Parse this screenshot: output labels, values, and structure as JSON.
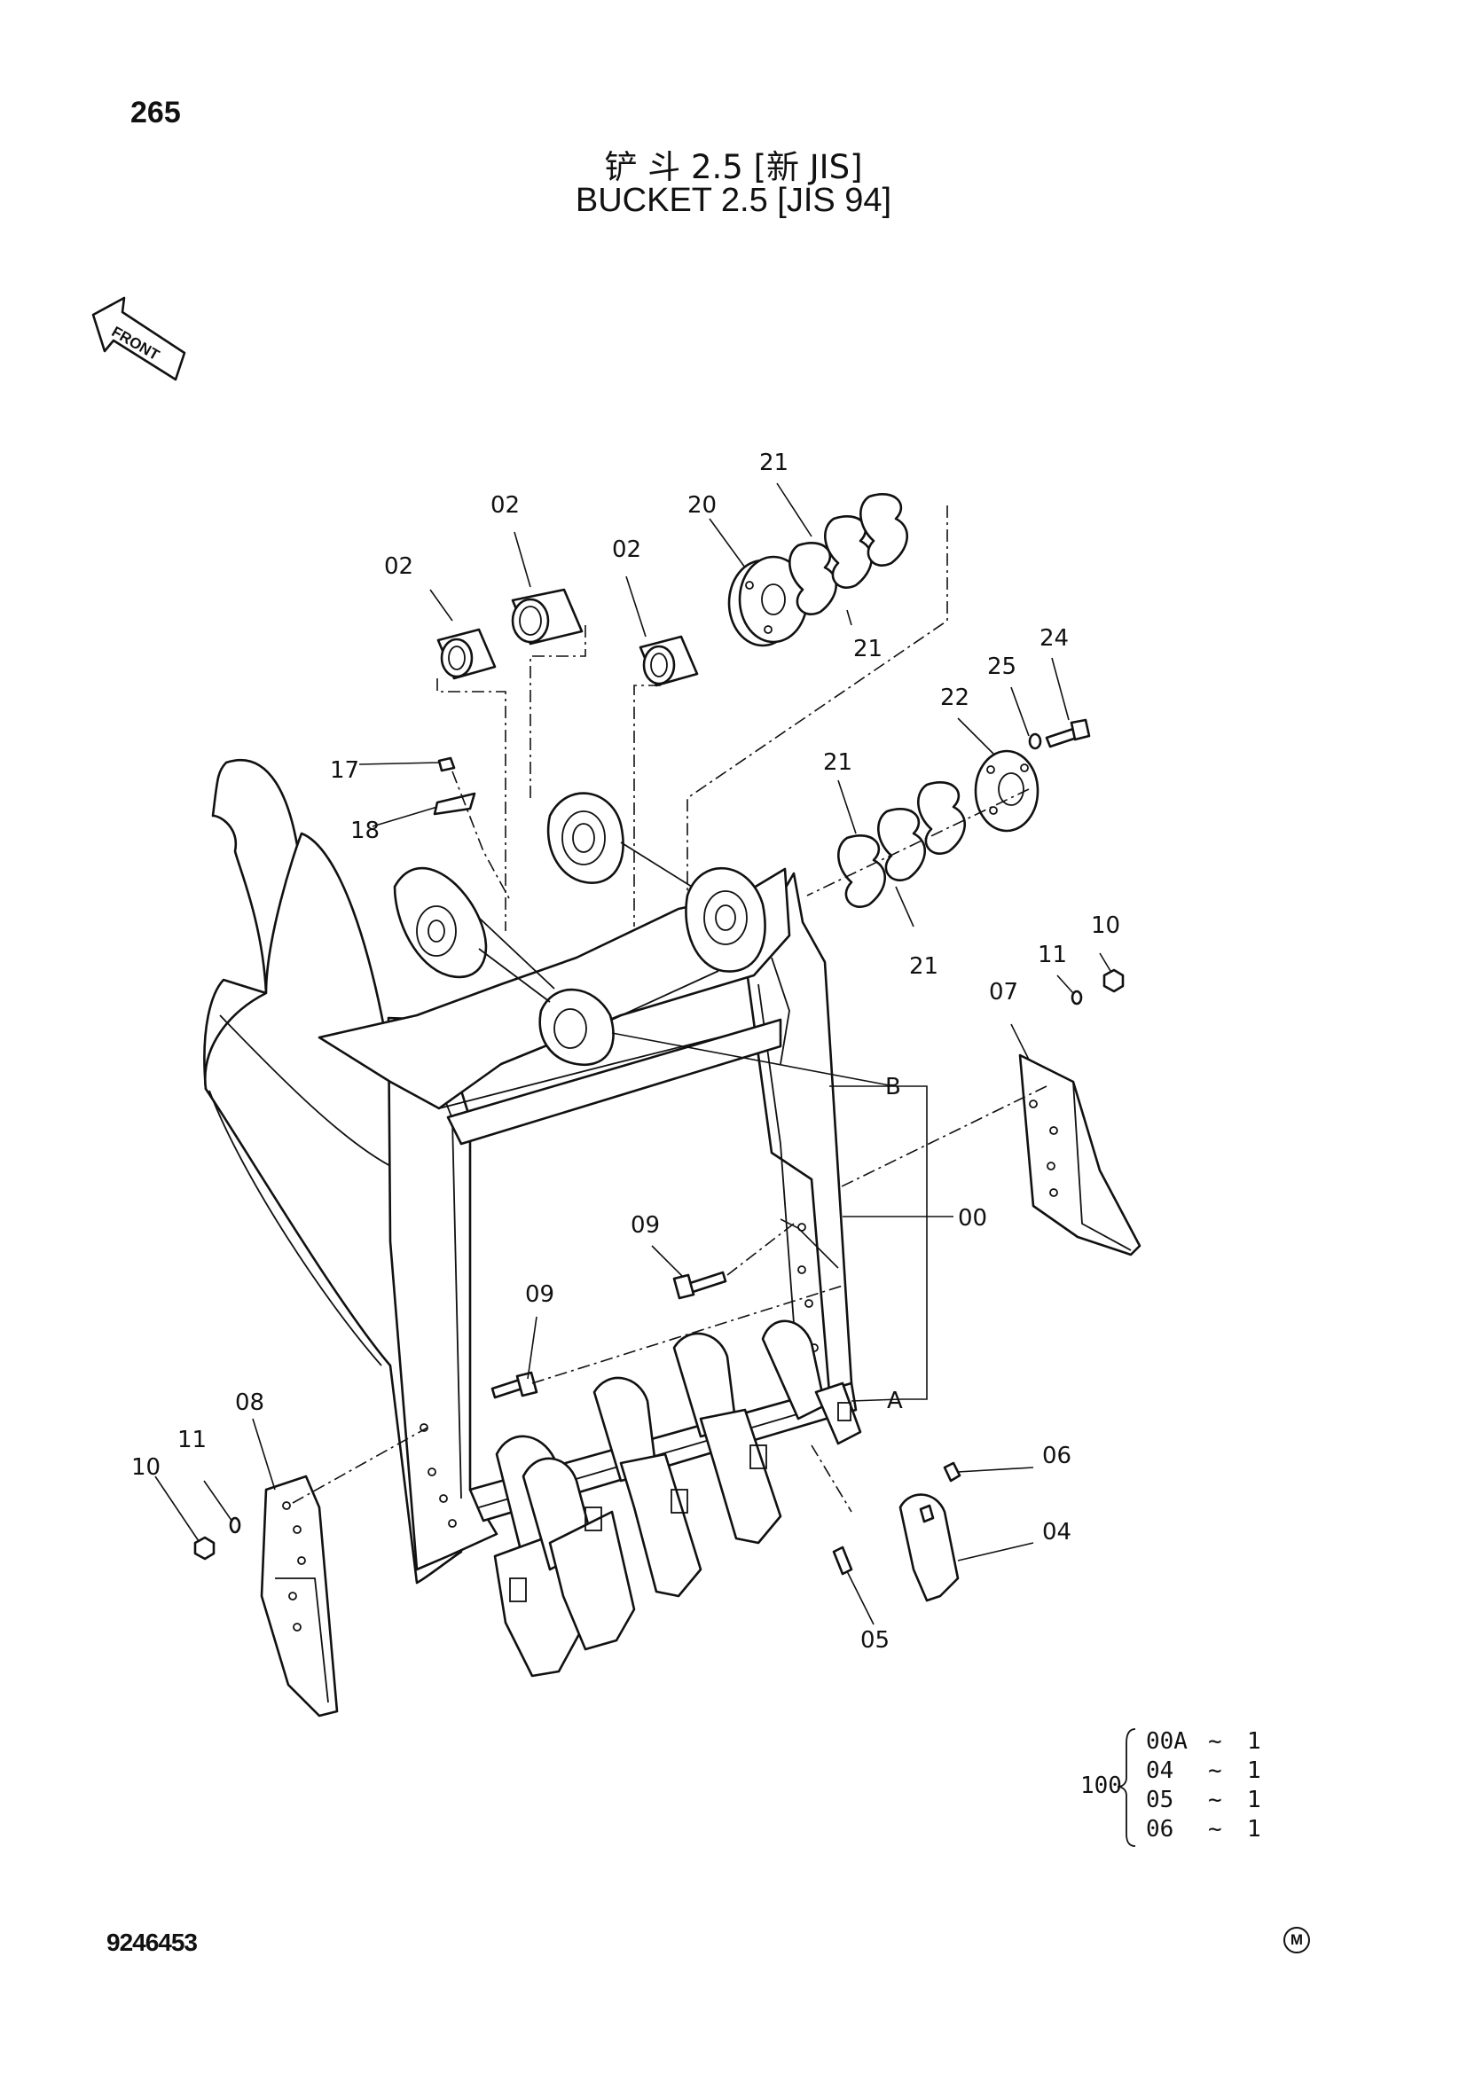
{
  "page": {
    "number": "265",
    "doc_number": "9246453",
    "mark": "M"
  },
  "title": {
    "cn": "铲 斗 2.5 [新 JIS]",
    "en": "BUCKET  2.5  [JIS 94]"
  },
  "front_arrow": {
    "label": "FRONT"
  },
  "callouts": {
    "c00": "00",
    "c02a": "02",
    "c02b": "02",
    "c02c": "02",
    "c04": "04",
    "c05": "05",
    "c06": "06",
    "c07": "07",
    "c08": "08",
    "c09a": "09",
    "c09b": "09",
    "c10a": "10",
    "c10b": "10",
    "c11a": "11",
    "c11b": "11",
    "c17": "17",
    "c18": "18",
    "c20": "20",
    "c21a": "21",
    "c21b": "21",
    "c21c": "21",
    "c21d": "21",
    "c22": "22",
    "c24": "24",
    "c25": "25",
    "refA": "A",
    "refB": "B"
  },
  "kit": {
    "label": "100",
    "rows": [
      {
        "part": "00A",
        "sep": "~",
        "qty": "1"
      },
      {
        "part": "04",
        "sep": "~",
        "qty": "1"
      },
      {
        "part": "05",
        "sep": "~",
        "qty": "1"
      },
      {
        "part": "06",
        "sep": "~",
        "qty": "1"
      }
    ]
  }
}
